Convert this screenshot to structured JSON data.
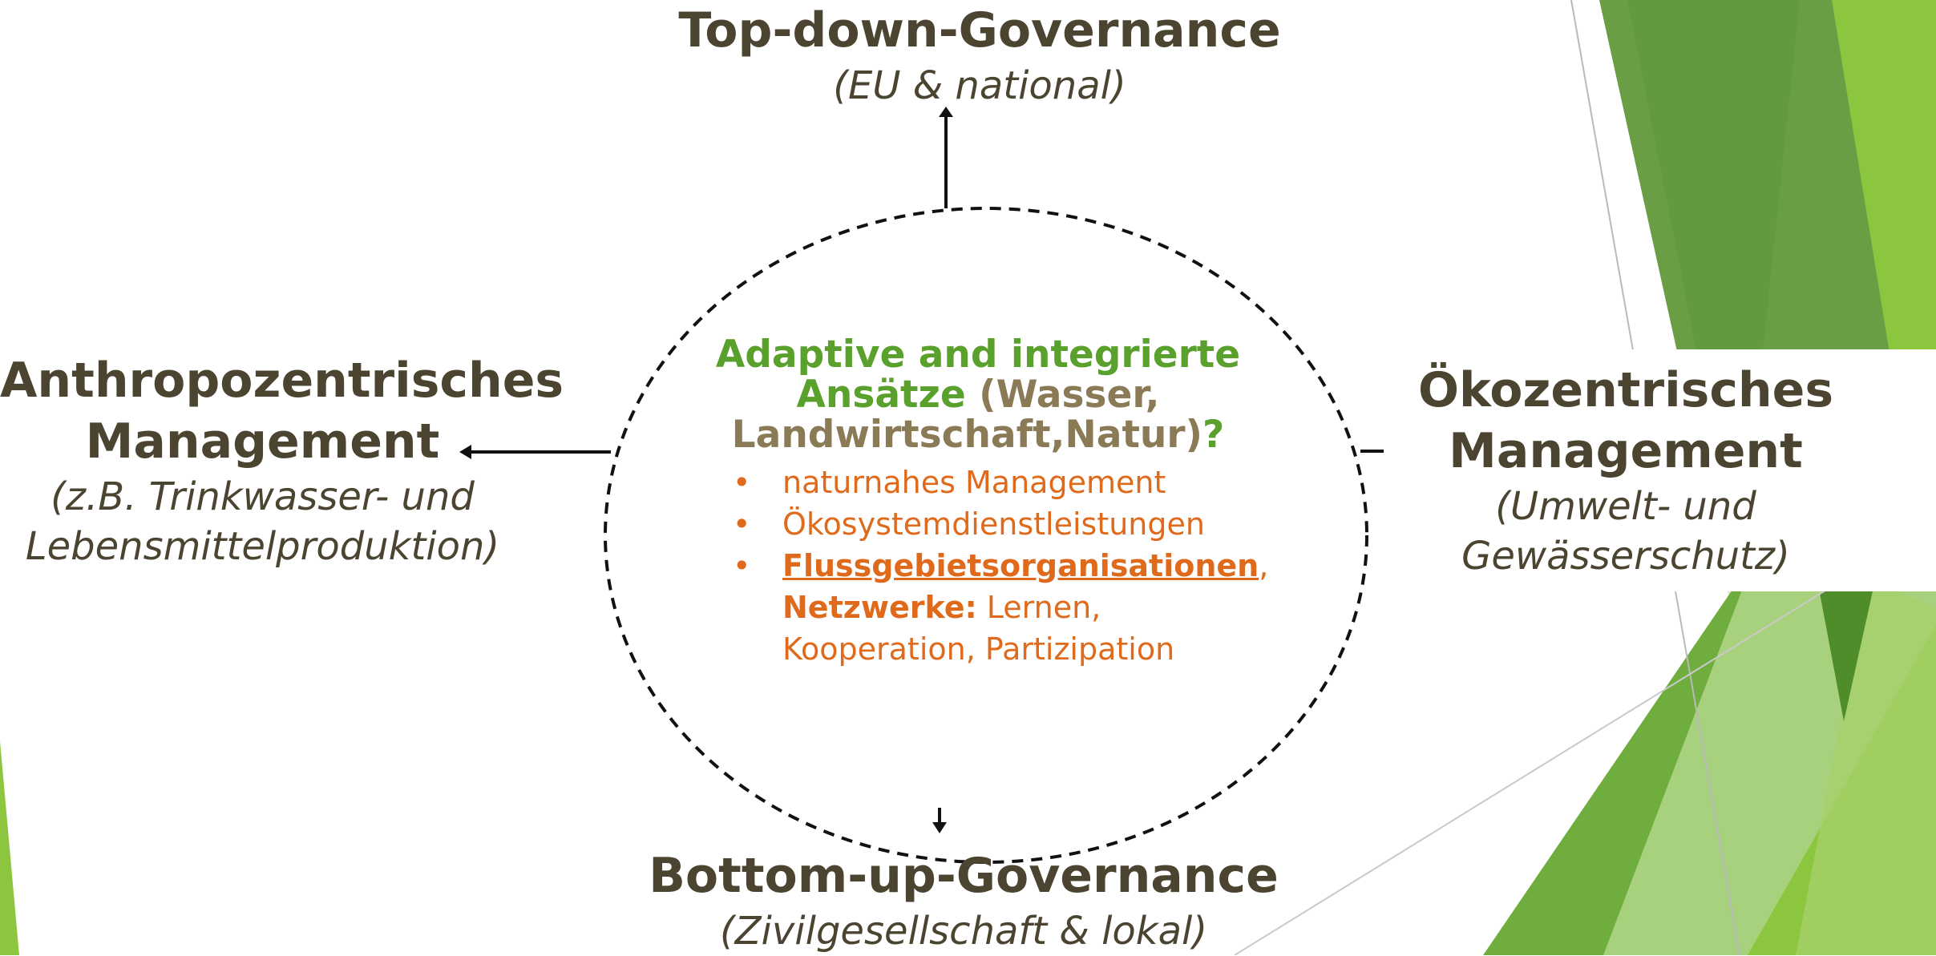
{
  "nodes": {
    "top": {
      "title": "Top-down-Governance",
      "sub": "(EU & national)"
    },
    "bottom": {
      "title": "Bottom-up-Governance",
      "sub": "(Zivilgesellschaft & lokal)"
    },
    "left": {
      "title_1": "Anthropozentrisches",
      "title_2": "Management",
      "sub_1": "(z.B. Trinkwasser- und",
      "sub_2": "Lebensmittelproduktion)"
    },
    "right": {
      "title_1": "Ökozentrisches",
      "title_2": "Management",
      "sub_1": "(Umwelt- und",
      "sub_2": "Gewässerschutz)"
    }
  },
  "center": {
    "heading_1": "Adaptive and integrierte",
    "heading_2a": "Ansätze",
    "heading_2b": " (Wasser,",
    "heading_3a": "Landwirtschaft,Natur)",
    "heading_3b": "?",
    "bullet_char": "•",
    "items": {
      "0": {
        "text": "naturnahes Management"
      },
      "1": {
        "text": "Ökosystemdienstleistungen"
      },
      "2": {
        "link_text": "Flussgebietsorganisationen",
        "after_link": ",",
        "bold_text": "Netzwerke:",
        "rest_1": " Lernen,",
        "rest_2": "Kooperation, Partizipation"
      }
    }
  },
  "colors": {
    "heading_green": "#5aa02c",
    "heading_olive": "#8a7a55",
    "list_orange": "#e06a1b",
    "node_text": "#4a4430",
    "decor_greens": [
      "#6a9e45",
      "#78b83a",
      "#8cc63f",
      "#a6d06a",
      "#cfe7a8",
      "#e2f0c8",
      "#4f8c2a"
    ]
  }
}
